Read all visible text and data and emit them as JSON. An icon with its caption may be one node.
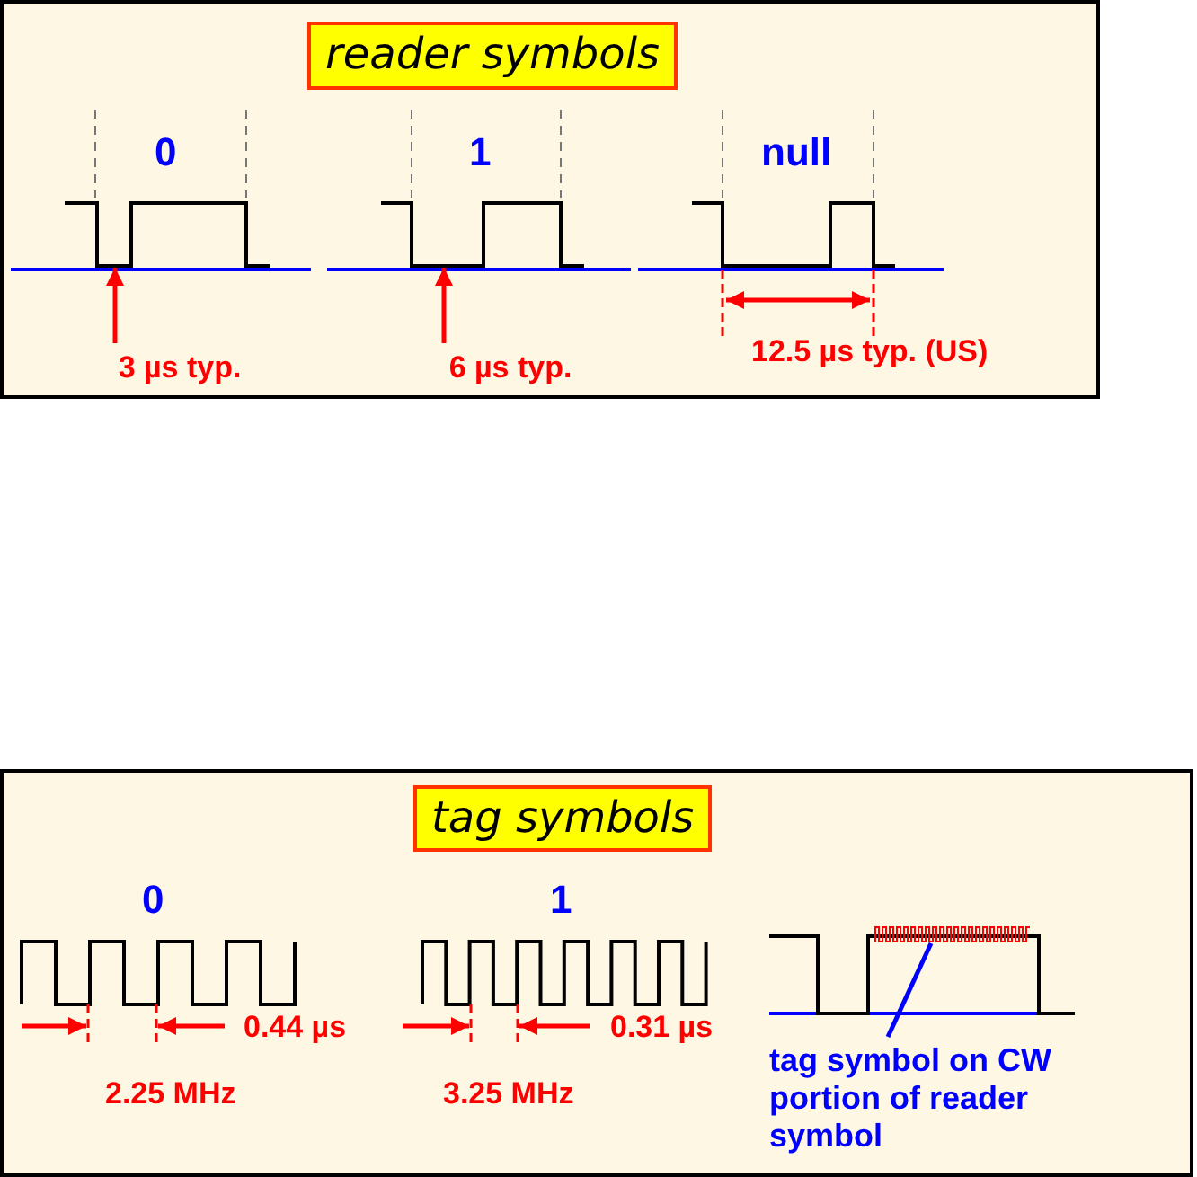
{
  "diagram": {
    "nodes": [
      {
        "text": [
          "reader symbols"
        ]
      },
      {
        "text": [
          "3 µs typ."
        ],
        "in": 0
      },
      {
        "text": [
          "6 µs typ."
        ],
        "in": 0
      },
      {
        "text": [
          "tag symbols"
        ]
      },
      {
        "text": [
          "tag symbol on CW portion of reader symbol"
        ],
        "in": 3
      },
      {
        "text": [],
        "shape": "line",
        "in": 0
      },
      {
        "text": [],
        "shape": "line",
        "in": 0
      },
      {
        "text": [],
        "shape": "line",
        "in": 3
      }
    ],
    "edges": [
      {
        "from": 1,
        "to": 5,
        "arrow": "to",
        "color": "#ff0000"
      },
      {
        "from": 2,
        "to": 6,
        "arrow": "to",
        "color": "#ff0000"
      },
      {
        "from": 4,
        "to": 7,
        "arrow": "none",
        "color": "#0000ff"
      }
    ],
    "labels": [
      "0",
      "1",
      "null",
      "12.5 µs typ. (US)",
      "0",
      "1",
      "0.44 µs",
      "2.25 MHz",
      "0.31 µs",
      "3.25 MHz"
    ]
  }
}
